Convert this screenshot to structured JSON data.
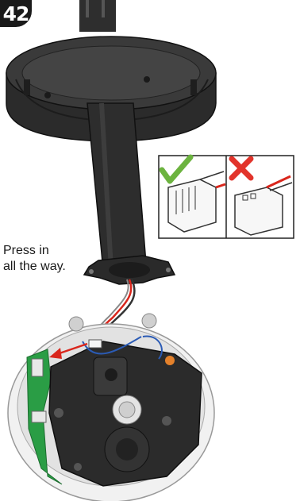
{
  "step": {
    "number": "42"
  },
  "caption": {
    "line1": "Press in",
    "line2": "all the way."
  },
  "inset": {
    "correct_icon": "check-mark-icon",
    "incorrect_icon": "cross-mark-icon",
    "colors": {
      "correct": "#6cb33f",
      "incorrect": "#e2342b",
      "wire_red": "#d9261c"
    }
  },
  "colors": {
    "body_dark": "#2b2b2b",
    "pcb_green": "#2a9d45",
    "arrow_red": "#d9261c"
  }
}
